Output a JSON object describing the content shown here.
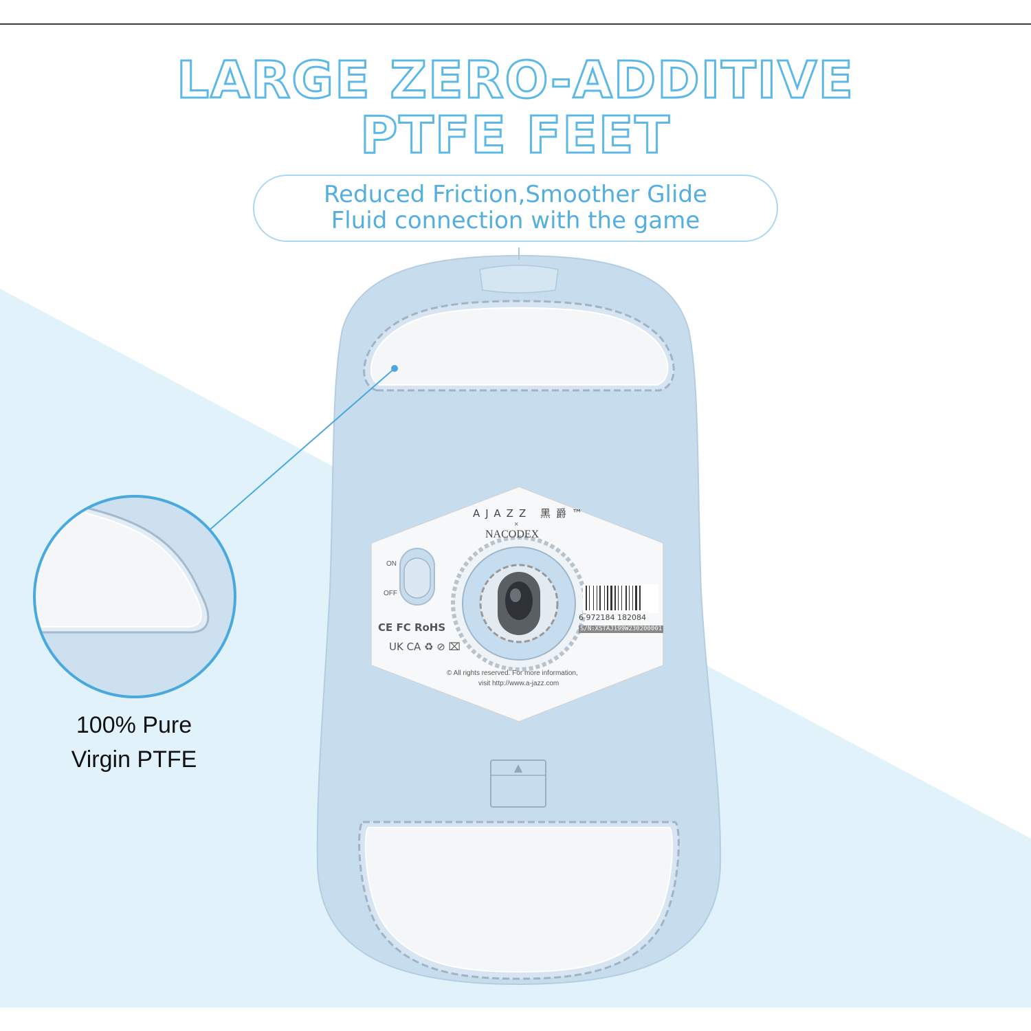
{
  "headline": {
    "line1": "LARGE ZERO-ADDITIVE",
    "line2": "PTFE FEET"
  },
  "tagline": {
    "line1": "Reduced Friction,Smoother Glide",
    "line2": "Fluid connection with the game"
  },
  "callout": {
    "line1": "100% Pure",
    "line2": "Virgin PTFE"
  },
  "label": {
    "brand": "AJAZZ 黑爵™",
    "collab_x": "×",
    "partner": "NACODEX",
    "switch_on": "ON",
    "switch_off": "OFF",
    "certifications": "CE FC RoHS",
    "recycling_marks": "UK CA ♻ ⊘ ⌧",
    "barcode_number": "6 972184 182084",
    "serial": "S/N:XSTAJ199W230200001",
    "rights": "© All rights reserved. For more information,",
    "website": "visit http://www.a-jazz.com"
  },
  "colors": {
    "accent_blue": "#5cb8e6",
    "mouse_body": "#c7dced",
    "background_wedge": "#e1f2fb",
    "ptfe_white": "#f4f6f8"
  }
}
